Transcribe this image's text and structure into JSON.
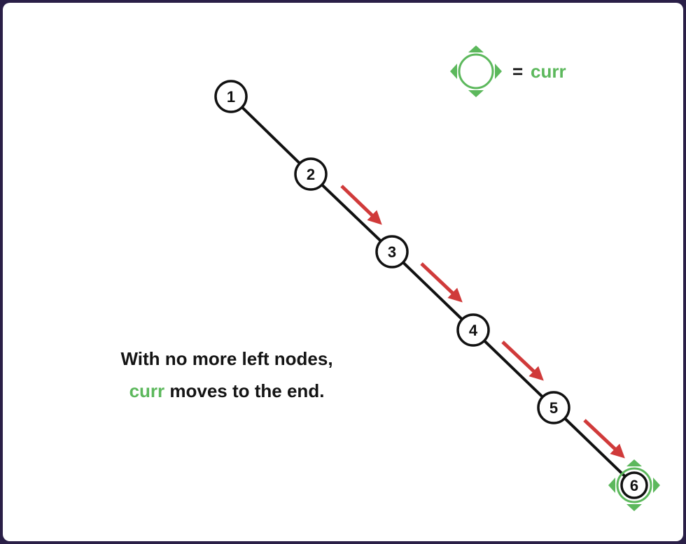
{
  "colors": {
    "background": "#ffffff",
    "edge": "#111111",
    "arrow": "#d03a3a",
    "curr": "#5cb85c"
  },
  "legend": {
    "equals": "=",
    "label": "curr",
    "icon": "curr-pointer-icon"
  },
  "nodes": [
    {
      "label": "1"
    },
    {
      "label": "2"
    },
    {
      "label": "3"
    },
    {
      "label": "4"
    },
    {
      "label": "5"
    },
    {
      "label": "6",
      "is_curr": true
    }
  ],
  "arrows": [
    "2→3",
    "3→4",
    "4→5",
    "5→6"
  ],
  "caption": {
    "line1": "With no more left nodes,",
    "line2_highlight": "curr",
    "line2_rest": " moves to the end."
  }
}
